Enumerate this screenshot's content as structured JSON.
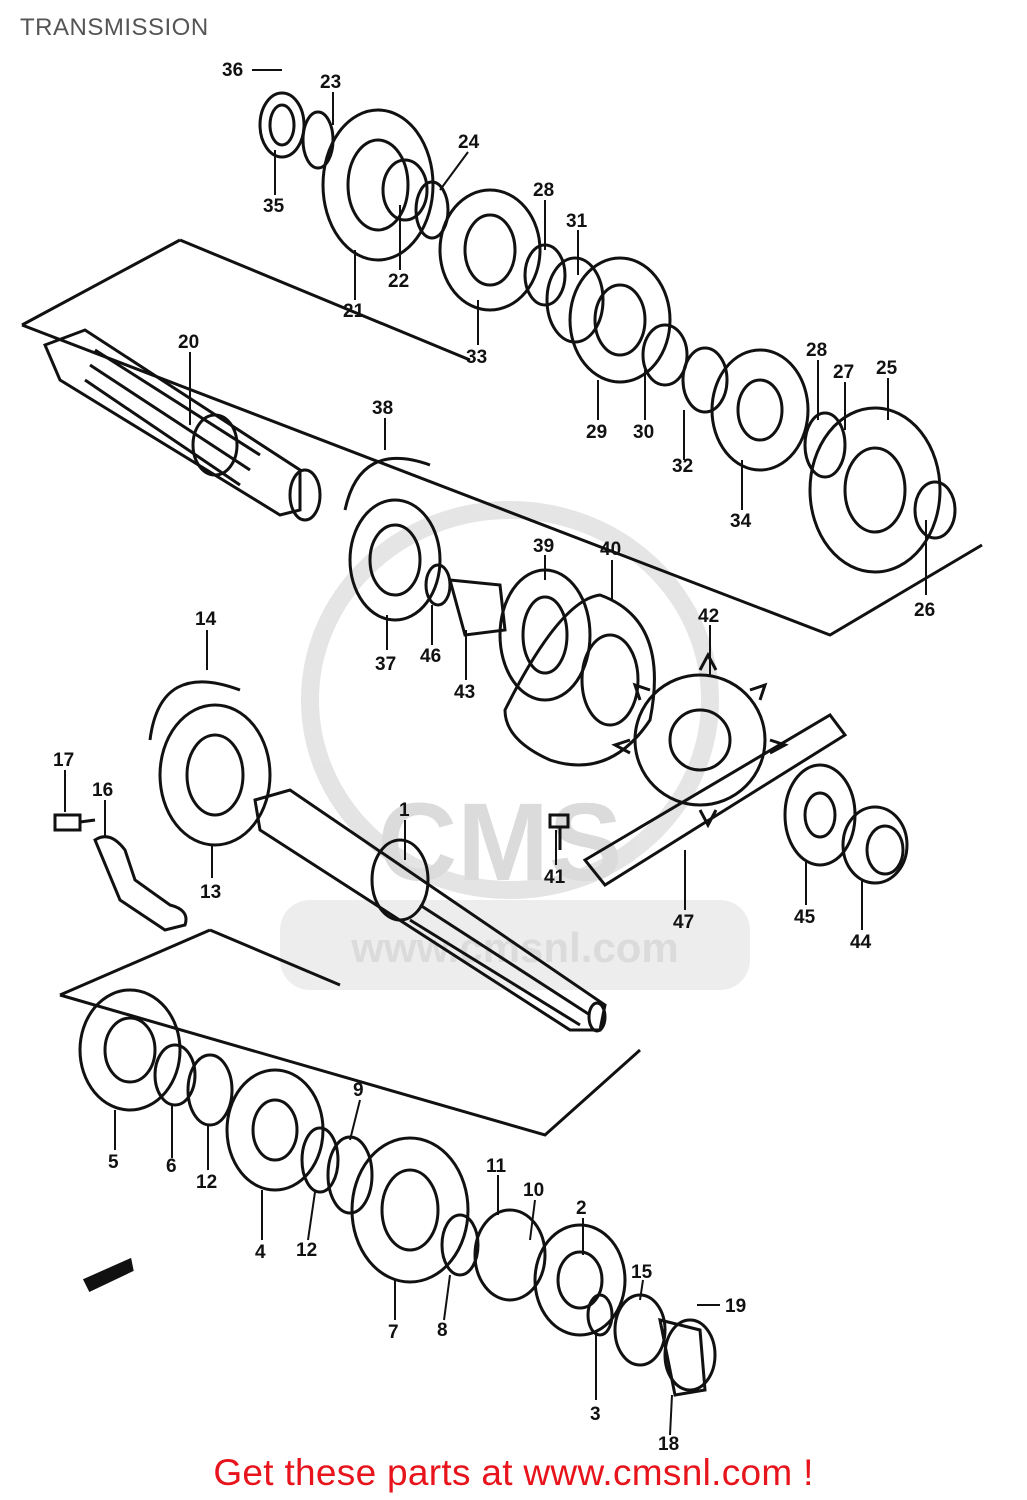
{
  "page": {
    "title": "TRANSMISSION",
    "footer": "Get these parts at www.cmsnl.com !",
    "watermark_text": "www.cmsnl.com"
  },
  "colors": {
    "footer": "#e8141c",
    "line": "#111111",
    "title": "#555555",
    "watermark": "#d8d8d8"
  },
  "callouts": [
    "36",
    "23",
    "35",
    "24",
    "22",
    "21",
    "28",
    "31",
    "33",
    "20",
    "38",
    "29",
    "30",
    "32",
    "28",
    "27",
    "25",
    "34",
    "26",
    "39",
    "40",
    "37",
    "46",
    "43",
    "42",
    "14",
    "17",
    "16",
    "13",
    "1",
    "41",
    "47",
    "45",
    "44",
    "5",
    "6",
    "12",
    "9",
    "4",
    "12",
    "11",
    "10",
    "2",
    "7",
    "8",
    "15",
    "19",
    "3",
    "18"
  ]
}
